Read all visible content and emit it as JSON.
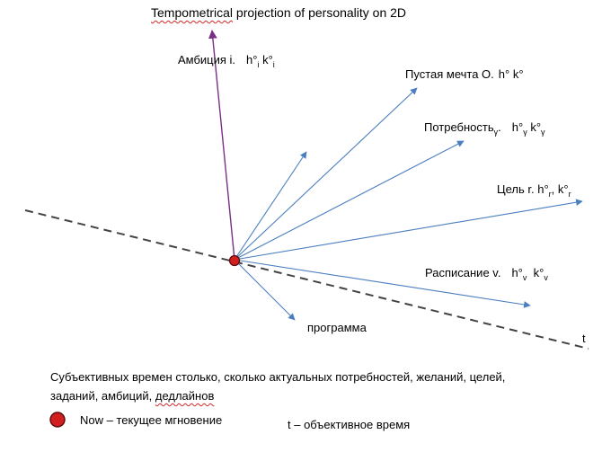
{
  "title": {
    "word": "Tempometrical",
    "rest": " projection of personality on 2D"
  },
  "vectors": {
    "ambition": {
      "name": "Амбиция i.",
      "h": "h°",
      "h_sub": "i",
      "k": "k°",
      "k_sub": "i",
      "color": "#7a2f86"
    },
    "dream": {
      "name": "Пустая мечта О.",
      "h": "h°",
      "k": "k°",
      "color": "#4a7ebf"
    },
    "need": {
      "name": "Потребность",
      "name_sub": "γ",
      "dot": ".",
      "h": "h°",
      "h_sub": "γ",
      "k": "k°",
      "k_sub": "γ",
      "color": "#4a7ebf"
    },
    "goal": {
      "name": "Цель r.",
      "h": "h°",
      "h_sub": "r",
      "sep": ",",
      "k": "k°",
      "k_sub": "r",
      "color": "#4a7ebf"
    },
    "schedule": {
      "name": "Расписание v.",
      "h": "h°",
      "h_sub": "v",
      "k": "k°",
      "k_sub": "v",
      "color": "#4a7ebf"
    },
    "program": {
      "name": "программа",
      "color": "#4a7ebf"
    },
    "unlabeled": {
      "color": "#4a7ebf"
    }
  },
  "time_axis": {
    "label": "t",
    "color": "#444444"
  },
  "now_point": {
    "color": "#d11f1f"
  },
  "description": {
    "line1": "Субъективных времен столько, сколько актуальных потребностей, желаний, целей,",
    "line2_prefix": "заданий, амбиций, ",
    "line2_marked": "дедлайнов"
  },
  "legend": {
    "now": "Now – текущее мгновение",
    "objective_time": "t – объективное время",
    "marker_color": "#d11f1f"
  }
}
